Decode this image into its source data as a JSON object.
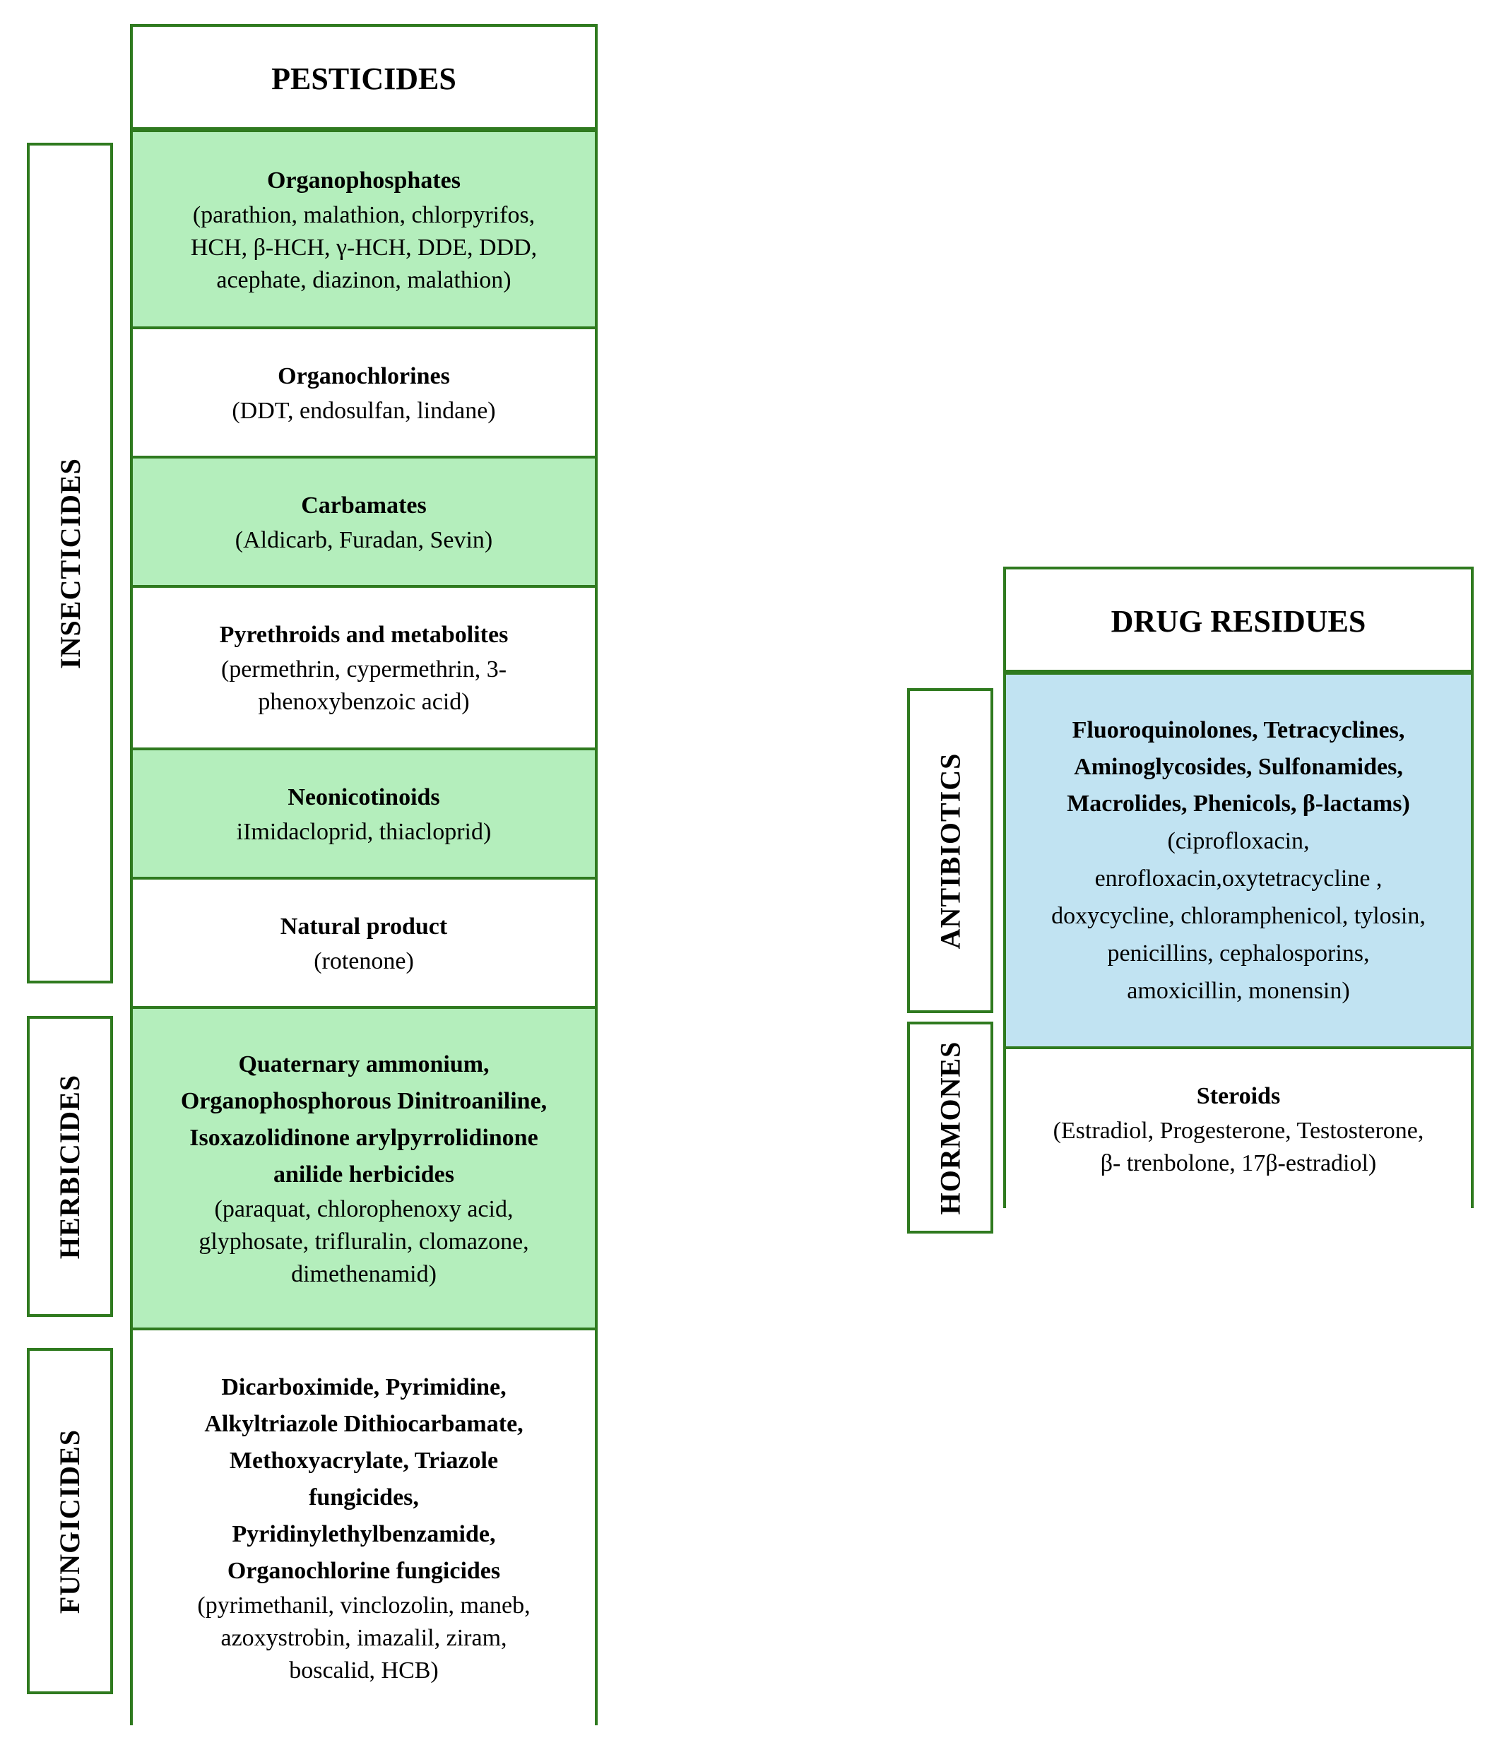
{
  "pesticides": {
    "header": "PESTICIDES",
    "categories": {
      "insecticides": "INSECTICIDES",
      "herbicides": "HERBICIDES",
      "fungicides": "FUNGICIDES"
    },
    "rows": [
      {
        "title": [
          "Organophosphates"
        ],
        "detail": [
          "(parathion, malathion, chlorpyrifos,",
          "HCH, β-HCH, γ-HCH, DDE, DDD,",
          "acephate, diazinon, malathion)"
        ]
      },
      {
        "title": [
          "Organochlorines"
        ],
        "detail": [
          "(DDT, endosulfan, lindane)"
        ]
      },
      {
        "title": [
          "Carbamates"
        ],
        "detail": [
          "(Aldicarb, Furadan, Sevin)"
        ]
      },
      {
        "title": [
          "Pyrethroids and metabolites"
        ],
        "detail": [
          "(permethrin, cypermethrin, 3-",
          "phenoxybenzoic acid)"
        ]
      },
      {
        "title": [
          "Neonicotinoids"
        ],
        "detail": [
          "iImidacloprid, thiacloprid)"
        ]
      },
      {
        "title": [
          "Natural product"
        ],
        "detail": [
          "(rotenone)"
        ]
      },
      {
        "title": [
          "Quaternary ammonium,",
          "Organophosphorous Dinitroaniline,",
          "Isoxazolidinone arylpyrrolidinone",
          "anilide herbicides"
        ],
        "detail": [
          "(paraquat, chlorophenoxy acid,",
          "glyphosate, trifluralin, clomazone,",
          "dimethenamid)"
        ]
      },
      {
        "title": [
          "Dicarboximide, Pyrimidine,",
          "Alkyltriazole Dithiocarbamate,",
          "Methoxyacrylate, Triazole",
          "fungicides,",
          "Pyridinylethylbenzamide,",
          "Organochlorine fungicides"
        ],
        "detail": [
          "(pyrimethanil, vinclozolin, maneb,",
          "azoxystrobin, imazalil, ziram,",
          "boscalid, HCB)"
        ]
      }
    ]
  },
  "drug_residues": {
    "header": "DRUG RESIDUES",
    "categories": {
      "antibiotics": "ANTIBIOTICS",
      "hormones": "HORMONES"
    },
    "rows": [
      {
        "title": [
          "Fluoroquinolones, Tetracyclines,",
          "Aminoglycosides, Sulfonamides,",
          "Macrolides, Phenicols, β-lactams)"
        ],
        "detail": [
          "(ciprofloxacin,",
          "enrofloxacin,oxytetracycline ,",
          "doxycycline, chloramphenicol, tylosin,",
          "penicillins, cephalosporins,",
          "amoxicillin, monensin)"
        ]
      },
      {
        "title": [
          "Steroids"
        ],
        "detail": [
          "(Estradiol, Progesterone, Testosterone,",
          "β- trenbolone, 17β-estradiol)"
        ]
      }
    ]
  },
  "colors": {
    "border": "#2f7a1f",
    "green_fill": "#b4eebc",
    "blue_fill": "#c1e3f2"
  }
}
